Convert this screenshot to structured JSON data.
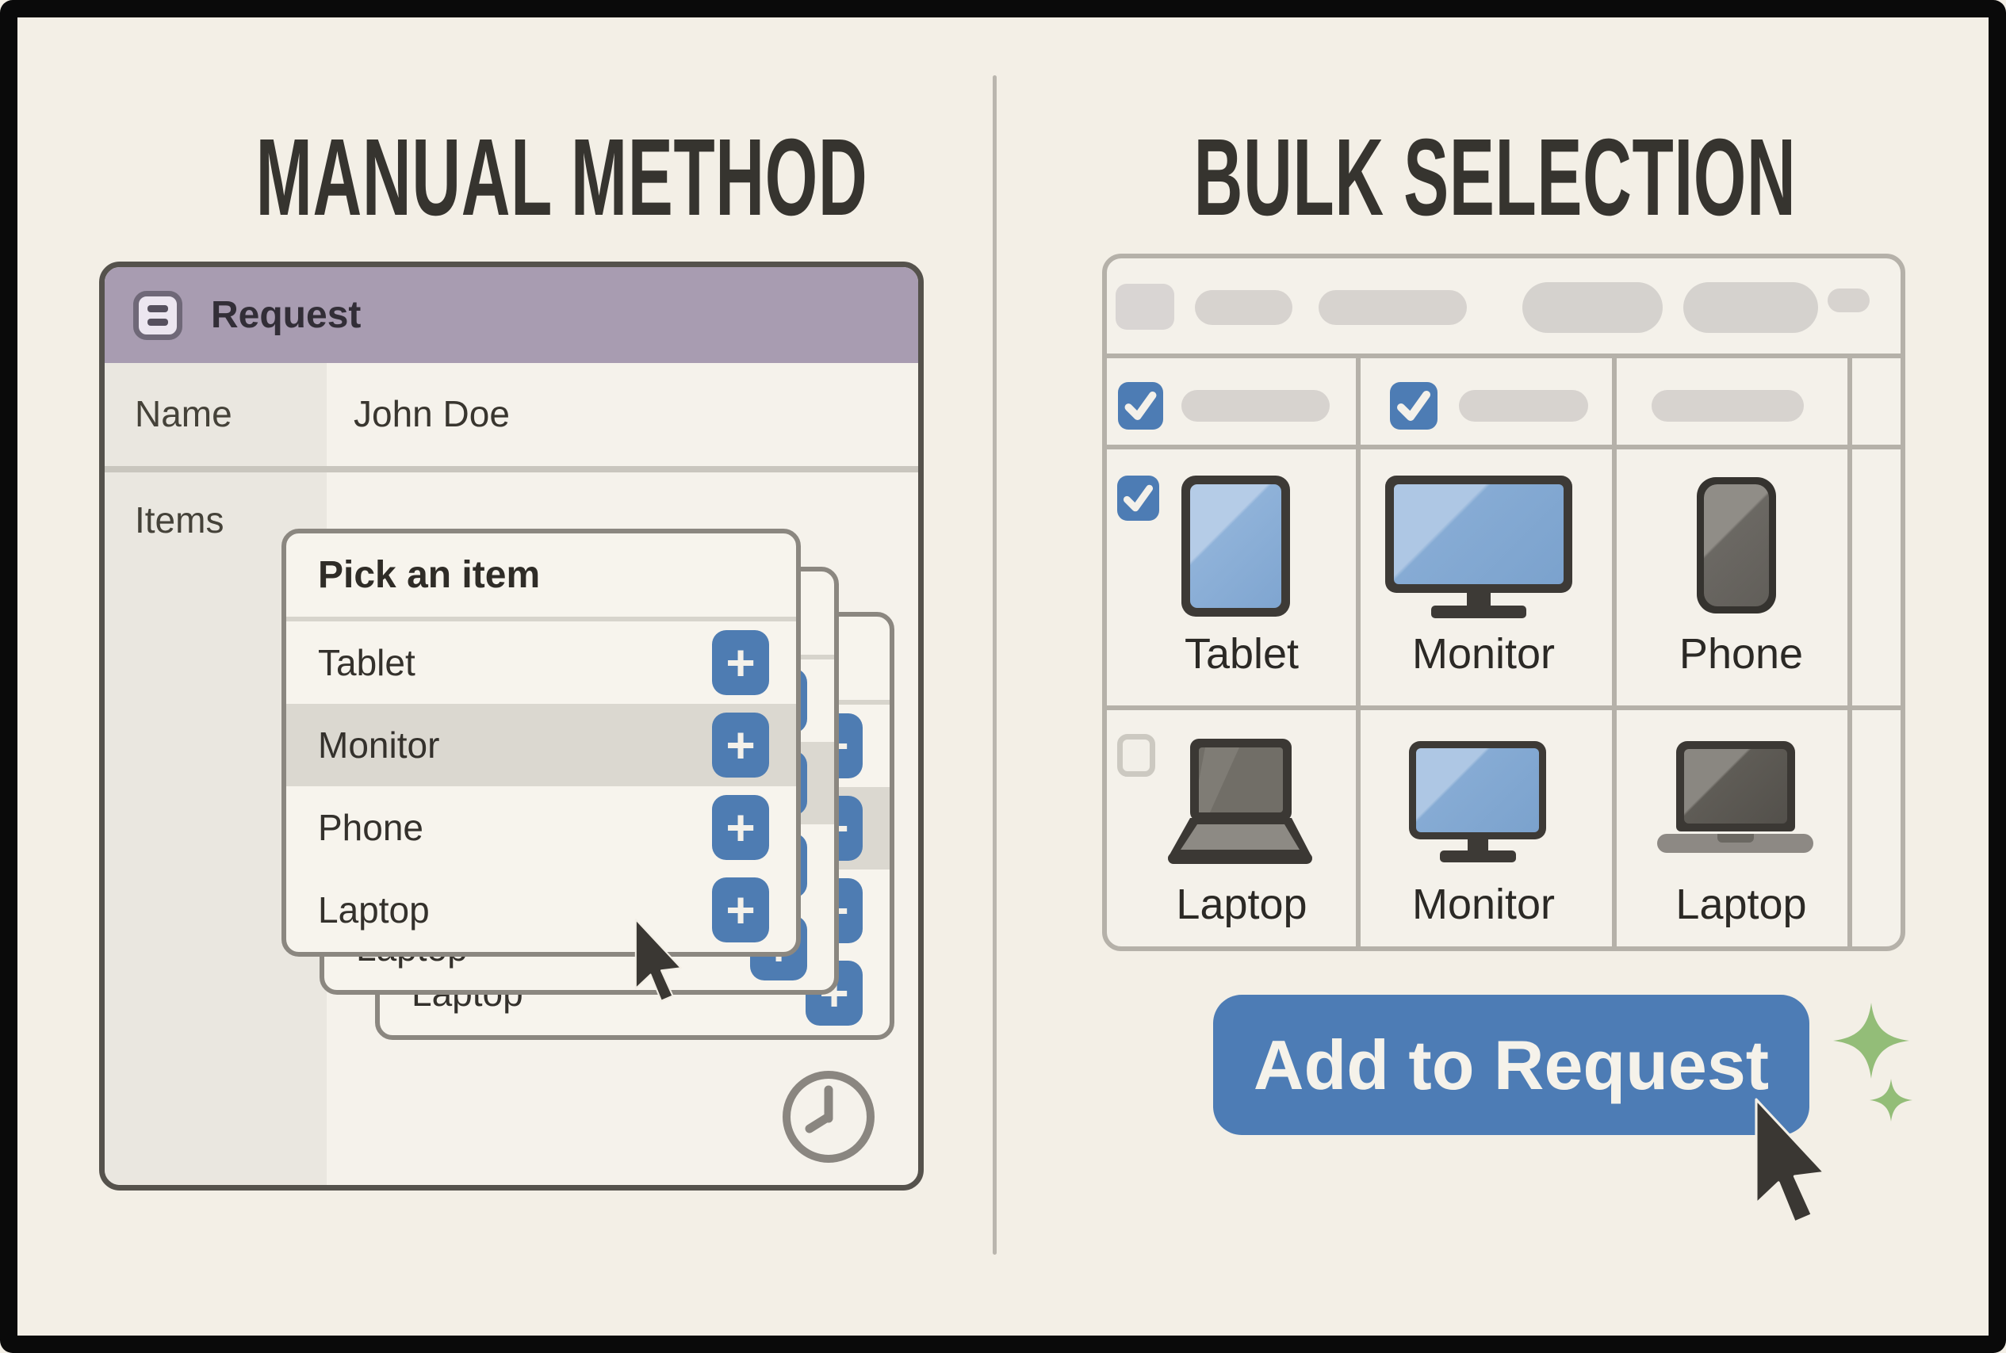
{
  "left": {
    "title": "MANUAL METHOD",
    "request_card": {
      "title": "Request",
      "name_label": "Name",
      "name_value": "John Doe",
      "items_label": "Items"
    },
    "dropdown": {
      "placeholder": "Pick an item",
      "add_button_symbol": "+",
      "stacked_copies": 3,
      "options": [
        {
          "label": "Tablet",
          "highlighted": false
        },
        {
          "label": "Monitor",
          "highlighted": true
        },
        {
          "label": "Phone",
          "highlighted": false
        },
        {
          "label": "Laptop",
          "highlighted": false
        }
      ]
    }
  },
  "right": {
    "title": "BULK SELECTION",
    "table": {
      "select_all_row": {
        "columns": [
          {
            "has_checkbox": true,
            "checked": true
          },
          {
            "has_checkbox": true,
            "checked": true
          },
          {
            "has_checkbox": false,
            "checked": false
          }
        ]
      },
      "cells": [
        {
          "label": "Tablet",
          "icon": "tablet-icon",
          "has_checkbox": true,
          "checked": true
        },
        {
          "label": "Monitor",
          "icon": "monitor-icon",
          "has_checkbox": false,
          "checked": false
        },
        {
          "label": "Phone",
          "icon": "phone-icon",
          "has_checkbox": false,
          "checked": false
        },
        {
          "label": "Laptop",
          "icon": "laptop-open-icon",
          "has_checkbox": true,
          "checked": false
        },
        {
          "label": "Monitor",
          "icon": "monitor-icon",
          "has_checkbox": false,
          "checked": false
        },
        {
          "label": "Laptop",
          "icon": "laptop-closed-icon",
          "has_checkbox": false,
          "checked": false
        }
      ]
    },
    "action_button": {
      "label": "Add to Request"
    }
  },
  "colors": {
    "background": "#f3efe6",
    "frame": "#0a0a0a",
    "accent_blue": "#4d7cb4",
    "header_purple": "#a89cb1",
    "sparkle_green": "#93bd78",
    "text_dark": "#36342f",
    "grid_line": "#b5b1a9",
    "highlight_row": "#dbd8d0"
  }
}
